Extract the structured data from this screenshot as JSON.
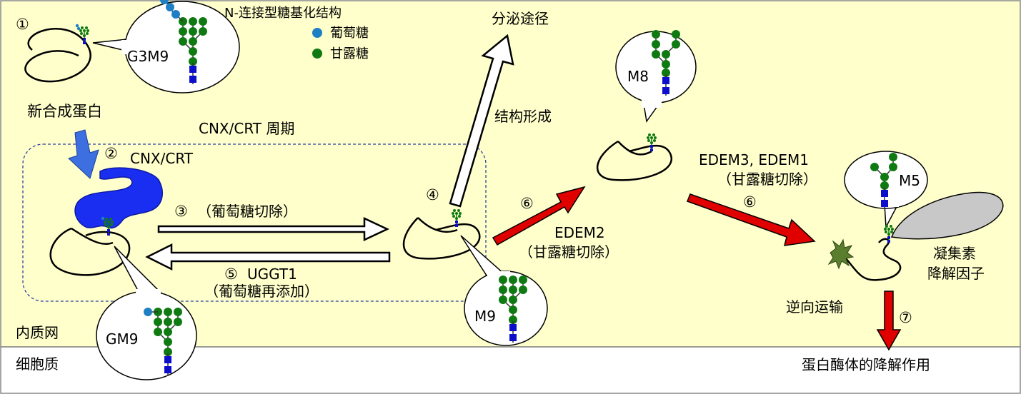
{
  "colors": {
    "er_background": "#ffffcc",
    "glucose": "#1f7fc4",
    "mannose": "#0f7a12",
    "glcnac": "#0d0dcc",
    "cnx_crt": "#1a2ef2",
    "edem_arrow": "#e00000",
    "blue_arrow": "#3d6fe0",
    "degradation_factor": "#c8c8c8"
  },
  "legend": {
    "title": "N-连接型糖基化结构",
    "glucose": "葡萄糖",
    "mannose": "甘露糖"
  },
  "steps": {
    "s1": "①",
    "s2": "②",
    "s3": "③",
    "s4": "④",
    "s5": "⑤",
    "s6a": "⑥",
    "s6b": "⑥",
    "s7": "⑦"
  },
  "labels": {
    "new_protein": "新合成蛋白",
    "cnx_cycle": "CNX/CRT 周期",
    "cnx_crt": "CNX/CRT",
    "glucose_trim": "（葡萄糖切除）",
    "uggt1": "UGGT1",
    "glucose_readd": "（葡萄糖再添加）",
    "secretion": "分泌途径",
    "folding": "结构形成",
    "edem2": "EDEM2",
    "mannose_trim_1": "（甘露糖切除）",
    "edem31": "EDEM3, EDEM1",
    "mannose_trim_2": "（甘露糖切除）",
    "degradation_factor_1": "凝集素",
    "degradation_factor_2": "降解因子",
    "retrotranslocation": "逆向运输",
    "proteasome": "蛋白酶体的降解作用",
    "er": "内质网",
    "cytoplasm": "细胞质"
  },
  "glycans": {
    "g3m9": "G3M9",
    "gm9": "GM9",
    "m9": "M9",
    "m8": "M8",
    "m5": "M5"
  }
}
